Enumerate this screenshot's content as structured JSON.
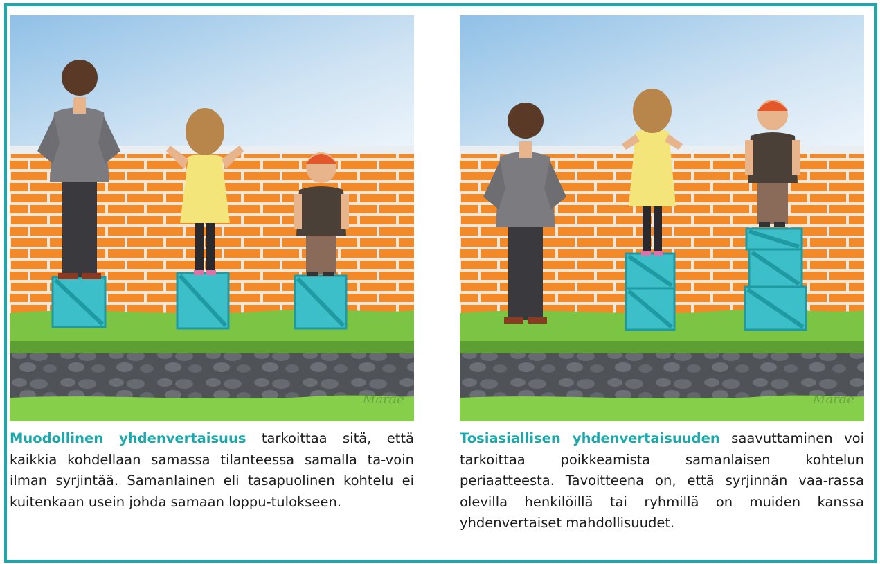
{
  "colors": {
    "border": "#1aa8ac",
    "highlight": "#1aa8ac",
    "brick": "#f28a2a",
    "mortar": "#f4e7d8",
    "grass": "#7cc444",
    "stone_band": "#55595e",
    "crate": "#3cbfc8",
    "sky_top": "#9cc8e8"
  },
  "watermark": "Marde",
  "left": {
    "highlight": "Muodollinen yhdenvertaisuus",
    "text": " tarkoittaa sitä, että kaikkia kohdellaan samassa tilanteessa samalla ta-voin ilman syrjintää. Samanlainen eli tasapuolinen kohtelu ei kuitenkaan usein johda samaan loppu-tulokseen."
  },
  "right": {
    "highlight": "Tosiasiallisen yhdenvertaisuuden",
    "text": " saavuttaminen voi tarkoittaa poikkeamista samanlaisen kohtelun periaatteesta.   Tavoitteena on, että syrjinnän vaa-rassa olevilla henkilöillä tai ryhmillä on muiden kanssa yhdenvertaiset mahdollisuudet."
  }
}
